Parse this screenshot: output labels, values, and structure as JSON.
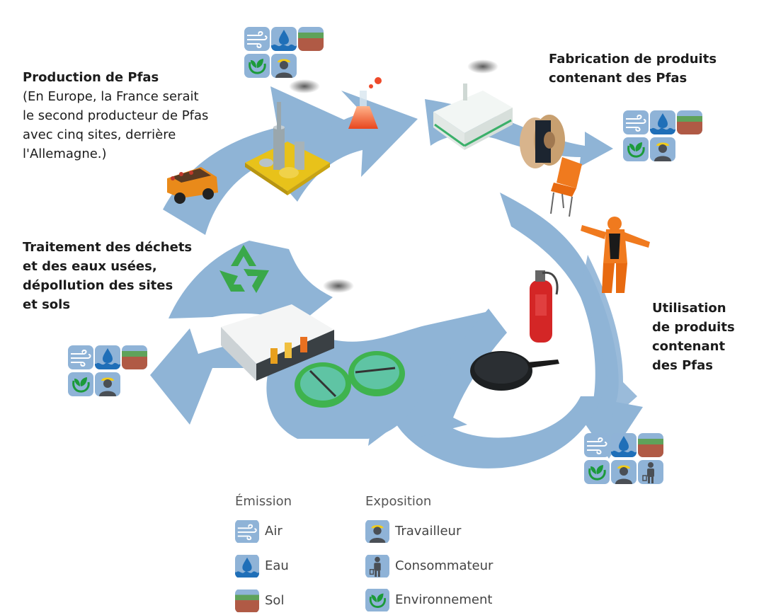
{
  "stages": {
    "production": {
      "title": "Production de Pfas",
      "note_lines": [
        "(En Europe, la France serait",
        "le second producteur de Pfas",
        "avec cinq sites, derrière",
        "l'Allemagne.)"
      ]
    },
    "fabrication": {
      "title_lines": [
        "Fabrication de produits",
        "contenant des Pfas"
      ]
    },
    "utilisation": {
      "title_lines": [
        "Utilisation",
        "de produits",
        "contenant",
        "des Pfas"
      ]
    },
    "traitement": {
      "title_lines": [
        "Traitement des déchets",
        "et des eaux usées,",
        "dépollution des sites",
        "et sols"
      ]
    }
  },
  "legend": {
    "emission": {
      "heading": "Émission",
      "items": [
        {
          "label": "Air",
          "icon": "air-icon"
        },
        {
          "label": "Eau",
          "icon": "water-icon"
        },
        {
          "label": "Sol",
          "icon": "soil-icon"
        }
      ]
    },
    "exposition": {
      "heading": "Exposition",
      "items": [
        {
          "label": "Travailleur",
          "icon": "worker-icon"
        },
        {
          "label": "Consommateur",
          "icon": "consumer-icon"
        },
        {
          "label": "Environnement",
          "icon": "environment-icon"
        }
      ]
    }
  },
  "colors": {
    "arrow": "#8fb4d6",
    "tile": "#8fb3d7",
    "soil_brown": "#b05a45",
    "grass_green": "#5fa25a",
    "worker_helmet": "#f1cc1c",
    "recycle_green": "#3aa84a",
    "basin_green": "#47b85a",
    "text": "#1c1c1c",
    "legend_text": "#555555"
  }
}
